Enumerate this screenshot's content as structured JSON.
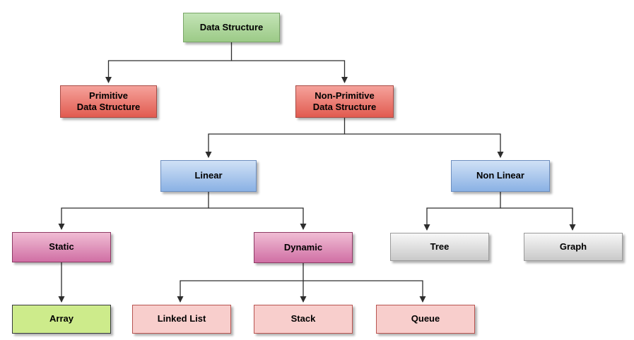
{
  "diagram": {
    "title": "Data Structure classification tree",
    "background_color": "#ffffff",
    "connector_color": "#2d2d2d",
    "palette": {
      "green_top": "#c3e4b6",
      "green_bottom": "#9cca87",
      "green_stroke": "#7aa668",
      "salmon_top": "#f5a29b",
      "salmon_bottom": "#e15b50",
      "salmon_stroke": "#a94a44",
      "blue_top": "#d0e1f6",
      "blue_bottom": "#8ab1e4",
      "blue_stroke": "#6c8ebf",
      "magenta_top": "#f0bdd4",
      "magenta_bottom": "#d06fa4",
      "magenta_stroke": "#8e3a64",
      "gray_top": "#f7f7f7",
      "gray_bottom": "#c9c9c9",
      "gray_stroke": "#9a9a9a",
      "array_fill": "#cdeb8b",
      "array_stroke": "#36393d",
      "pink_fill": "#f8cecc",
      "pink_stroke": "#b85450"
    },
    "nodes": [
      {
        "id": "data-structure",
        "label": "Data Structure",
        "color": "green"
      },
      {
        "id": "primitive",
        "label": "Primitive\nData Structure",
        "color": "salmon"
      },
      {
        "id": "non-primitive",
        "label": "Non-Primitive\nData Structure",
        "color": "salmon"
      },
      {
        "id": "linear",
        "label": "Linear",
        "color": "blue"
      },
      {
        "id": "non-linear",
        "label": "Non Linear",
        "color": "blue"
      },
      {
        "id": "static",
        "label": "Static",
        "color": "magenta"
      },
      {
        "id": "dynamic",
        "label": "Dynamic",
        "color": "magenta"
      },
      {
        "id": "tree",
        "label": "Tree",
        "color": "gray"
      },
      {
        "id": "graph",
        "label": "Graph",
        "color": "gray"
      },
      {
        "id": "array",
        "label": "Array",
        "color": "arraygreen"
      },
      {
        "id": "linked-list",
        "label": "Linked List",
        "color": "pink"
      },
      {
        "id": "stack",
        "label": "Stack",
        "color": "pink"
      },
      {
        "id": "queue",
        "label": "Queue",
        "color": "pink"
      }
    ],
    "edges": [
      {
        "from": "data-structure",
        "to": "primitive"
      },
      {
        "from": "data-structure",
        "to": "non-primitive"
      },
      {
        "from": "non-primitive",
        "to": "linear"
      },
      {
        "from": "non-primitive",
        "to": "non-linear"
      },
      {
        "from": "linear",
        "to": "static"
      },
      {
        "from": "linear",
        "to": "dynamic"
      },
      {
        "from": "non-linear",
        "to": "tree"
      },
      {
        "from": "non-linear",
        "to": "graph"
      },
      {
        "from": "static",
        "to": "array"
      },
      {
        "from": "dynamic",
        "to": "linked-list"
      },
      {
        "from": "dynamic",
        "to": "stack"
      },
      {
        "from": "dynamic",
        "to": "queue"
      }
    ]
  }
}
